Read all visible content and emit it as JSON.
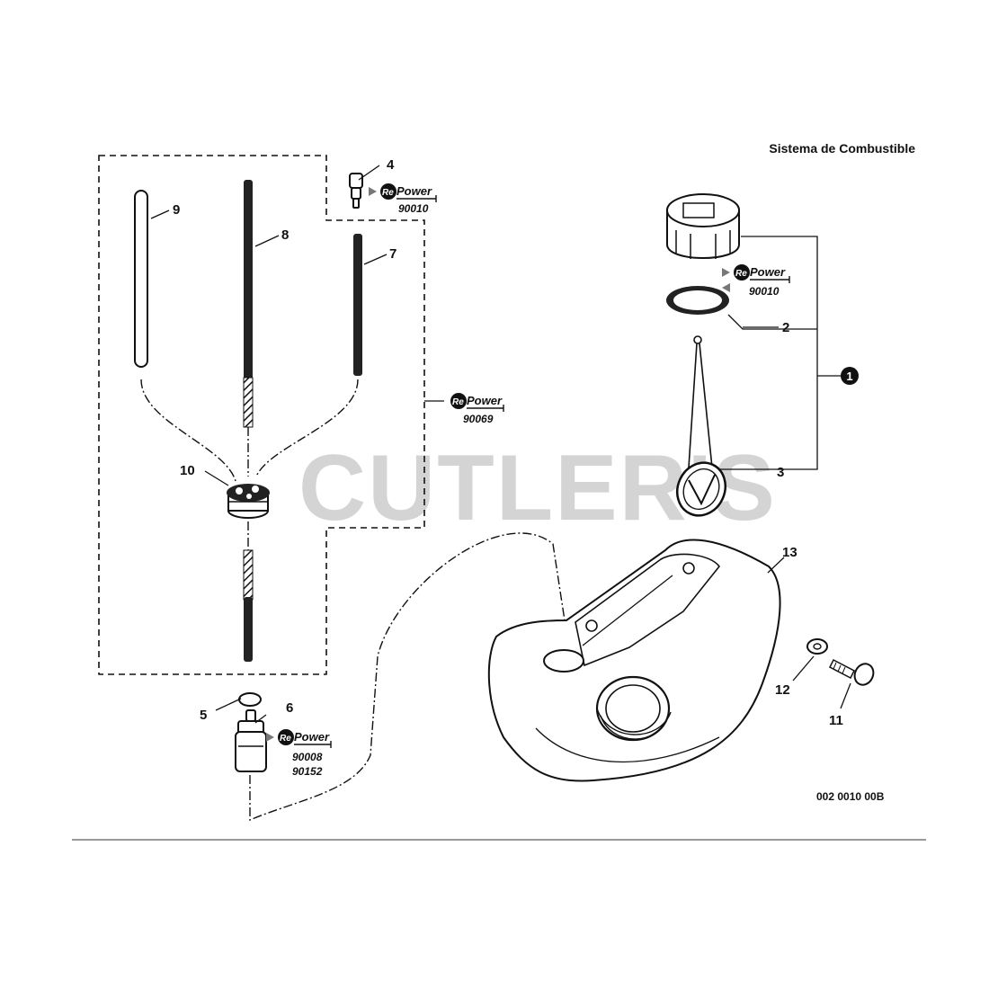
{
  "header": {
    "title": "Sistema de Combustible"
  },
  "watermark": {
    "text": "CUTLER'S"
  },
  "reference": {
    "code": "002 0010 00B"
  },
  "repower": {
    "re": "Re",
    "word": "Power"
  },
  "callouts": {
    "c1": "1",
    "c2": "2",
    "c3": "3",
    "c4": "4",
    "c5": "5",
    "c6": "6",
    "c7": "7",
    "c8": "8",
    "c9": "9",
    "c10": "10",
    "c11": "11",
    "c12": "12",
    "c13": "13"
  },
  "kit_codes": {
    "k4": "90010",
    "cap": "90010",
    "lines": "90069",
    "filter_a": "90008",
    "filter_b": "90152"
  }
}
